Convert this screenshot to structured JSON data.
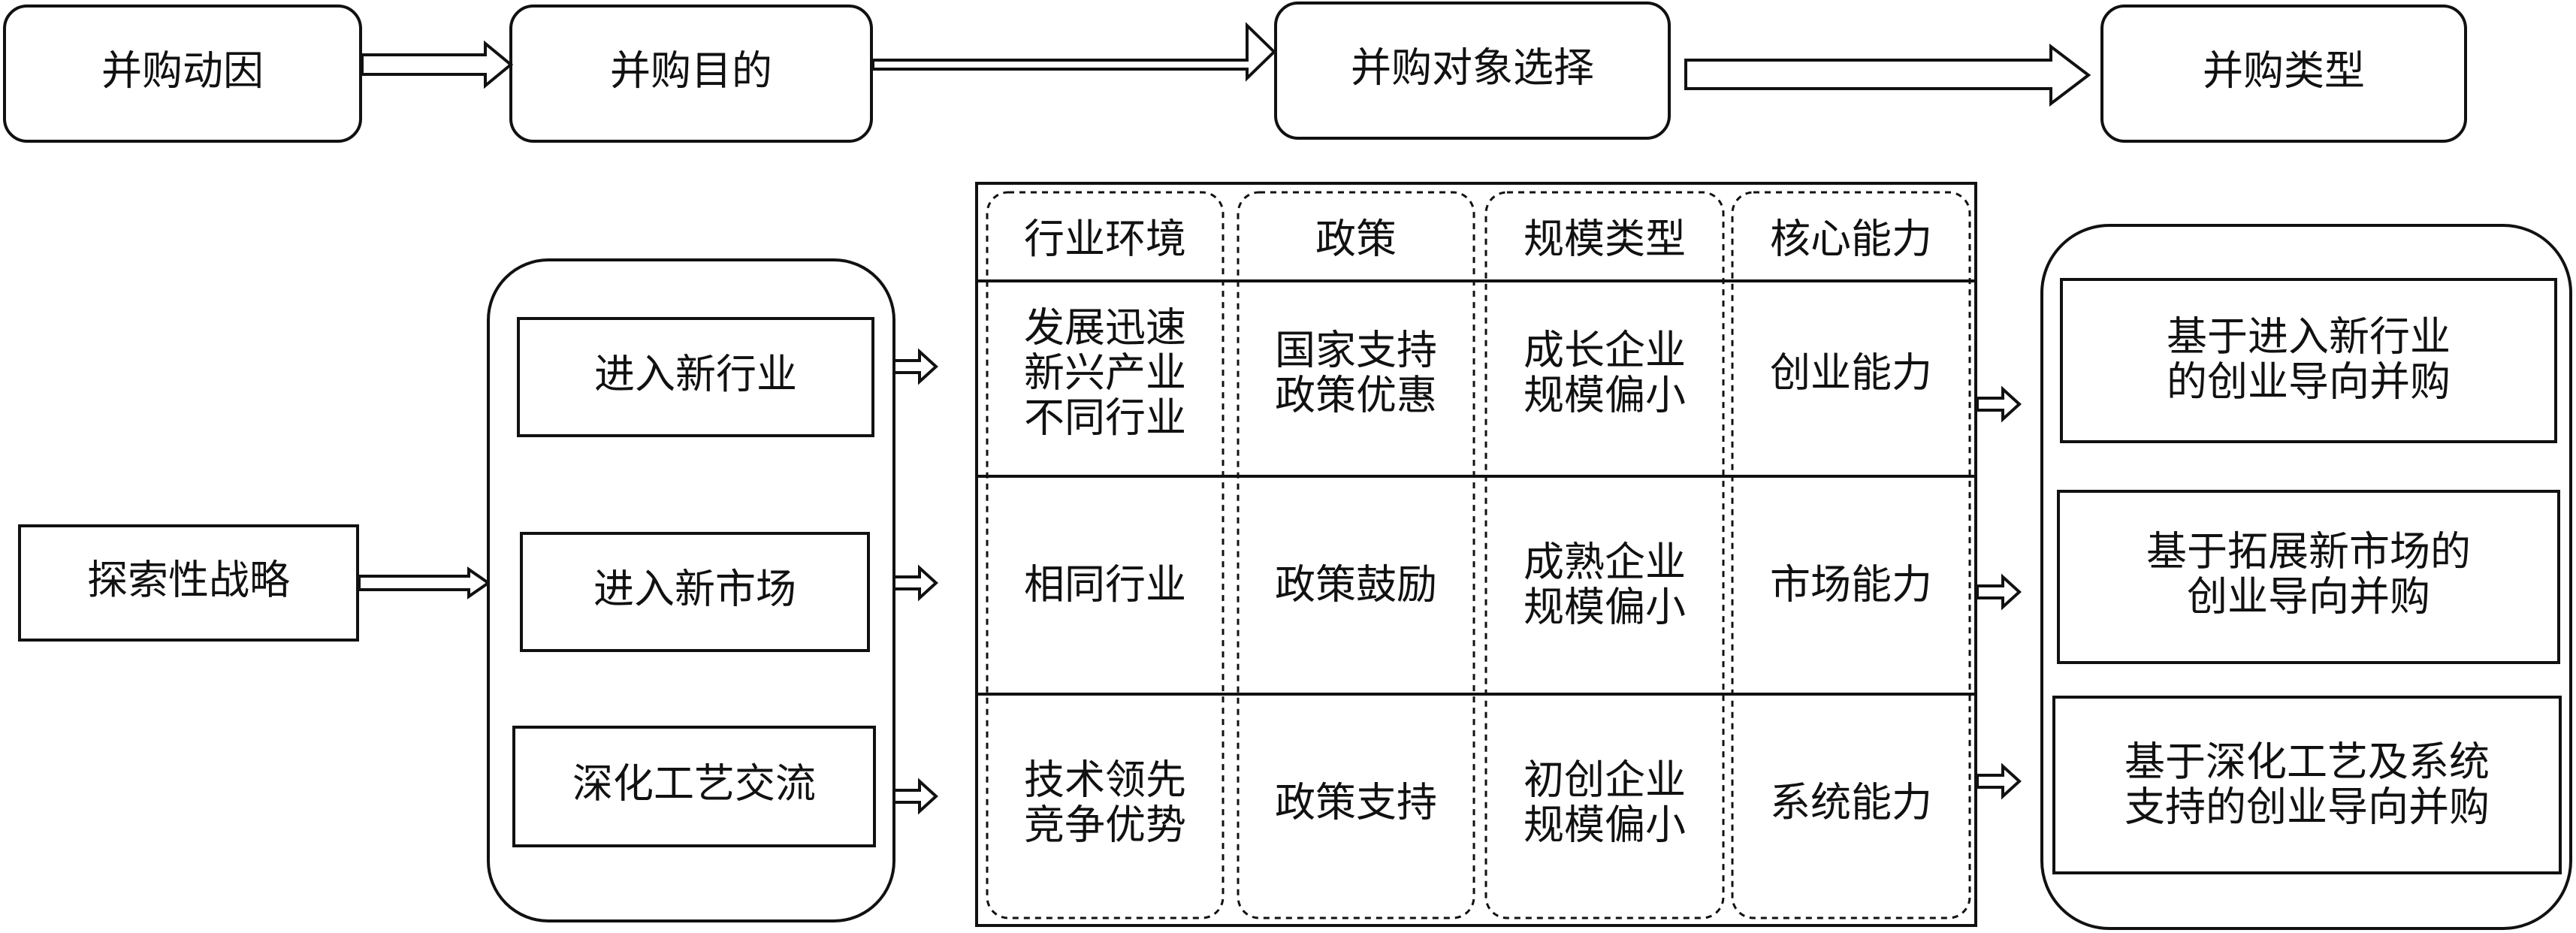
{
  "flow": [
    {
      "id": "motive",
      "label": "并购动因"
    },
    {
      "id": "purpose",
      "label": "并购目的"
    },
    {
      "id": "target",
      "label": "并购对象选择"
    },
    {
      "id": "type",
      "label": "并购类型"
    }
  ],
  "strategy": {
    "label": "探索性战略"
  },
  "purposes": [
    {
      "id": "new-industry",
      "label": "进入新行业"
    },
    {
      "id": "new-market",
      "label": "进入新市场"
    },
    {
      "id": "deepen-craft",
      "label": "深化工艺交流"
    }
  ],
  "matrix": {
    "headers": [
      "行业环境",
      "政策",
      "规模类型",
      "核心能力"
    ],
    "rows": [
      [
        [
          "发展迅速",
          "新兴产业",
          "不同行业"
        ],
        [
          "国家支持",
          "政策优惠"
        ],
        [
          "成长企业",
          "规模偏小"
        ],
        [
          "创业能力"
        ]
      ],
      [
        [
          "相同行业"
        ],
        [
          "政策鼓励"
        ],
        [
          "成熟企业",
          "规模偏小"
        ],
        [
          "市场能力"
        ]
      ],
      [
        [
          "技术领先",
          "竞争优势"
        ],
        [
          "政策支持"
        ],
        [
          "初创企业",
          "规模偏小"
        ],
        [
          "系统能力"
        ]
      ]
    ]
  },
  "types": [
    {
      "id": "new-industry",
      "lines": [
        "基于进入新行业",
        "的创业导向并购"
      ]
    },
    {
      "id": "new-market",
      "lines": [
        "基于拓展新市场的",
        "创业导向并购"
      ]
    },
    {
      "id": "deepen-craft",
      "lines": [
        "基于深化工艺及系统",
        "支持的创业导向并购"
      ]
    }
  ]
}
